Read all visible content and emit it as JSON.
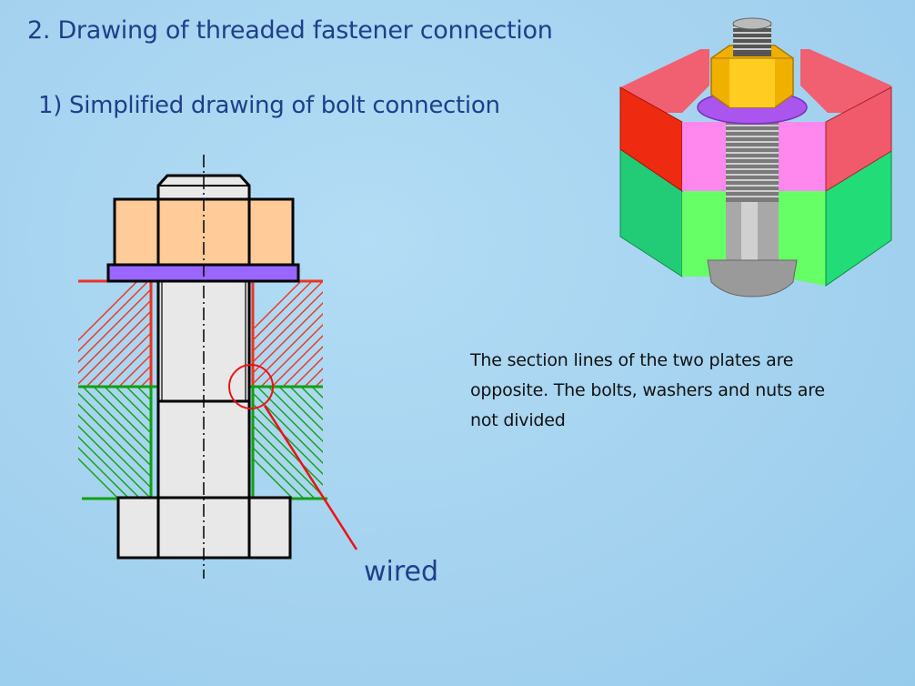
{
  "slide": {
    "title": "2. Drawing of threaded fastener connection",
    "subtitle": "1) Simplified drawing of bolt connection"
  },
  "section_drawing": {
    "callout_label": "wired",
    "colors": {
      "upper_plate_hatch": "#ee3322",
      "lower_plate_hatch": "#11a011",
      "nut": "#ffcc99",
      "washer": "#9966ff",
      "bolt": "#e8e8e8",
      "callout": "#ee1111"
    }
  },
  "illustration_3d": {
    "colors": {
      "upper_plate": "#f06070",
      "upper_plate_front": "#ee2a10",
      "upper_plate_inner": "#ff88ee",
      "lower_plate": "#22dd77",
      "lower_plate_inner": "#66ff66",
      "nut": "#f0b000",
      "washer": "#aa55ee",
      "bolt": "#999999"
    }
  },
  "note": {
    "lines": [
      "The section lines of the two plates are",
      "opposite. The bolts, washers and nuts are",
      "not divided"
    ]
  }
}
